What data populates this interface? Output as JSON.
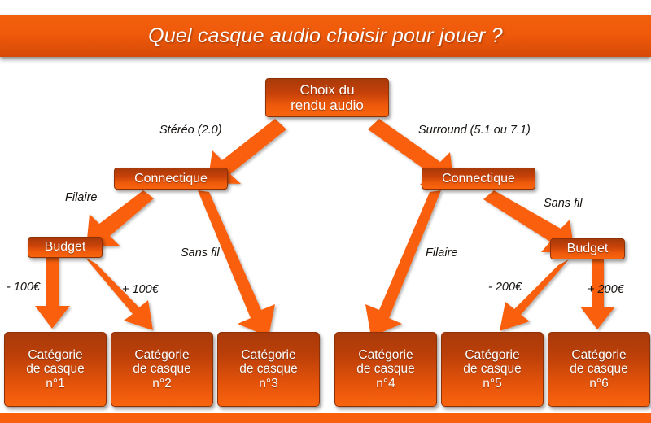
{
  "header": {
    "title": "Quel casque audio choisir pour jouer ?"
  },
  "colors": {
    "banner_orange": "#ef5a0b",
    "arrow_orange": "#f95f0c",
    "node_dark": "#a83a0a",
    "node_light": "#f9640e",
    "label_text": "#16120f",
    "node_text": "#ffffff",
    "background": "#ffffff"
  },
  "diagram": {
    "type": "decision-tree",
    "root": {
      "label": "Choix du\nrendu audio",
      "line1": "Choix du",
      "line2": "rendu audio"
    },
    "nodes": {
      "connectique_left": "Connectique",
      "connectique_right": "Connectique",
      "budget_left": "Budget",
      "budget_right": "Budget"
    },
    "edge_labels": {
      "root_to_left": "Stéréo (2.0)",
      "root_to_right": "Surround (5.1 ou 7.1)",
      "left_filaire": "Filaire",
      "left_sans_fil": "Sans fil",
      "right_filaire": "Filaire",
      "right_sans_fil": "Sans fil",
      "left_budget_minus": "- 100€",
      "left_budget_plus": "+ 100€",
      "right_budget_minus": "- 200€",
      "right_budget_plus": "+ 200€"
    },
    "leaves": [
      {
        "line1": "Catégorie",
        "line2": "de casque",
        "line3": "n°1"
      },
      {
        "line1": "Catégorie",
        "line2": "de casque",
        "line3": "n°2"
      },
      {
        "line1": "Catégorie",
        "line2": "de casque",
        "line3": "n°3"
      },
      {
        "line1": "Catégorie",
        "line2": "de casque",
        "line3": "n°4"
      },
      {
        "line1": "Catégorie",
        "line2": "de casque",
        "line3": "n°5"
      },
      {
        "line1": "Catégorie",
        "line2": "de casque",
        "line3": "n°6"
      }
    ]
  }
}
